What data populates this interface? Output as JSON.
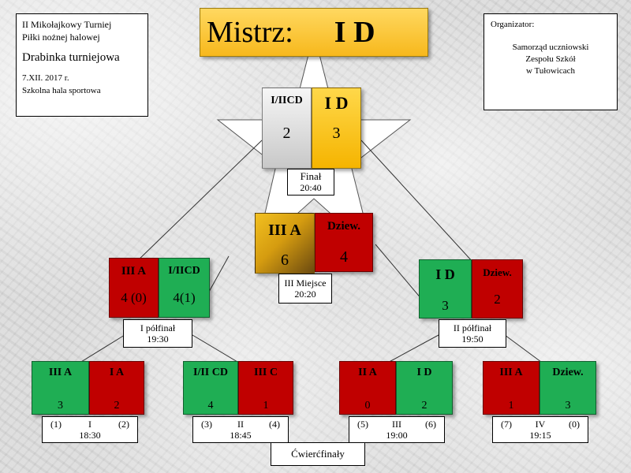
{
  "info": {
    "line1": "II Mikołajkowy Turniej",
    "line2": "Piłki nożnej halowej",
    "line3": "Drabinka turniejowa",
    "line4": "7.XII. 2017 r.",
    "line5": "Szkolna hala sportowa"
  },
  "organizer": {
    "title": "Organizator:",
    "line1": "Samorząd uczniowski",
    "line2": "Zespołu Szkół",
    "line3": "w Tułowicach"
  },
  "champion": {
    "label": "Mistrz:",
    "value": "I D"
  },
  "final": {
    "team1": {
      "name": "I/IICD",
      "score": "2"
    },
    "team2": {
      "name": "I D",
      "score": "3"
    },
    "label": "Finał",
    "time": "20:40"
  },
  "third_place": {
    "team1": {
      "name": "III A",
      "score": "6"
    },
    "team2": {
      "name": "Dziew.",
      "score": "4"
    },
    "label": "III Miejsce",
    "time": "20:20"
  },
  "semifinals": [
    {
      "team1": {
        "name": "III A",
        "score": "4 (0)"
      },
      "team2": {
        "name": "I/IICD",
        "score": "4(1)"
      },
      "label": "I półfinał",
      "time": "19:30"
    },
    {
      "team1": {
        "name": "I D",
        "score": "3"
      },
      "team2": {
        "name": "Dziew.",
        "score": "2"
      },
      "label": "II półfinał",
      "time": "19:50"
    }
  ],
  "quarterfinals": [
    {
      "team1": {
        "name": "III A",
        "score": "3"
      },
      "team2": {
        "name": "I A",
        "score": "2"
      },
      "seed1": "(1)",
      "round": "I",
      "seed2": "(2)",
      "time": "18:30"
    },
    {
      "team1": {
        "name": "I/II CD",
        "score": "4"
      },
      "team2": {
        "name": "III C",
        "score": "1"
      },
      "seed1": "(3)",
      "round": "II",
      "seed2": "(4)",
      "time": "18:45"
    },
    {
      "team1": {
        "name": "II A",
        "score": "0"
      },
      "team2": {
        "name": "I D",
        "score": "2"
      },
      "seed1": "(5)",
      "round": "III",
      "seed2": "(6)",
      "time": "19:00"
    },
    {
      "team1": {
        "name": "III A",
        "score": "1"
      },
      "team2": {
        "name": "Dziew.",
        "score": "3"
      },
      "seed1": "(7)",
      "round": "IV",
      "seed2": "(0)",
      "time": "19:15"
    }
  ],
  "quarterfinals_label": "Ćwierćfinały",
  "colors": {
    "win": "#1fae54",
    "lose": "#c00000",
    "gold": "#f7b81c",
    "silver": "#d0d0d0"
  }
}
